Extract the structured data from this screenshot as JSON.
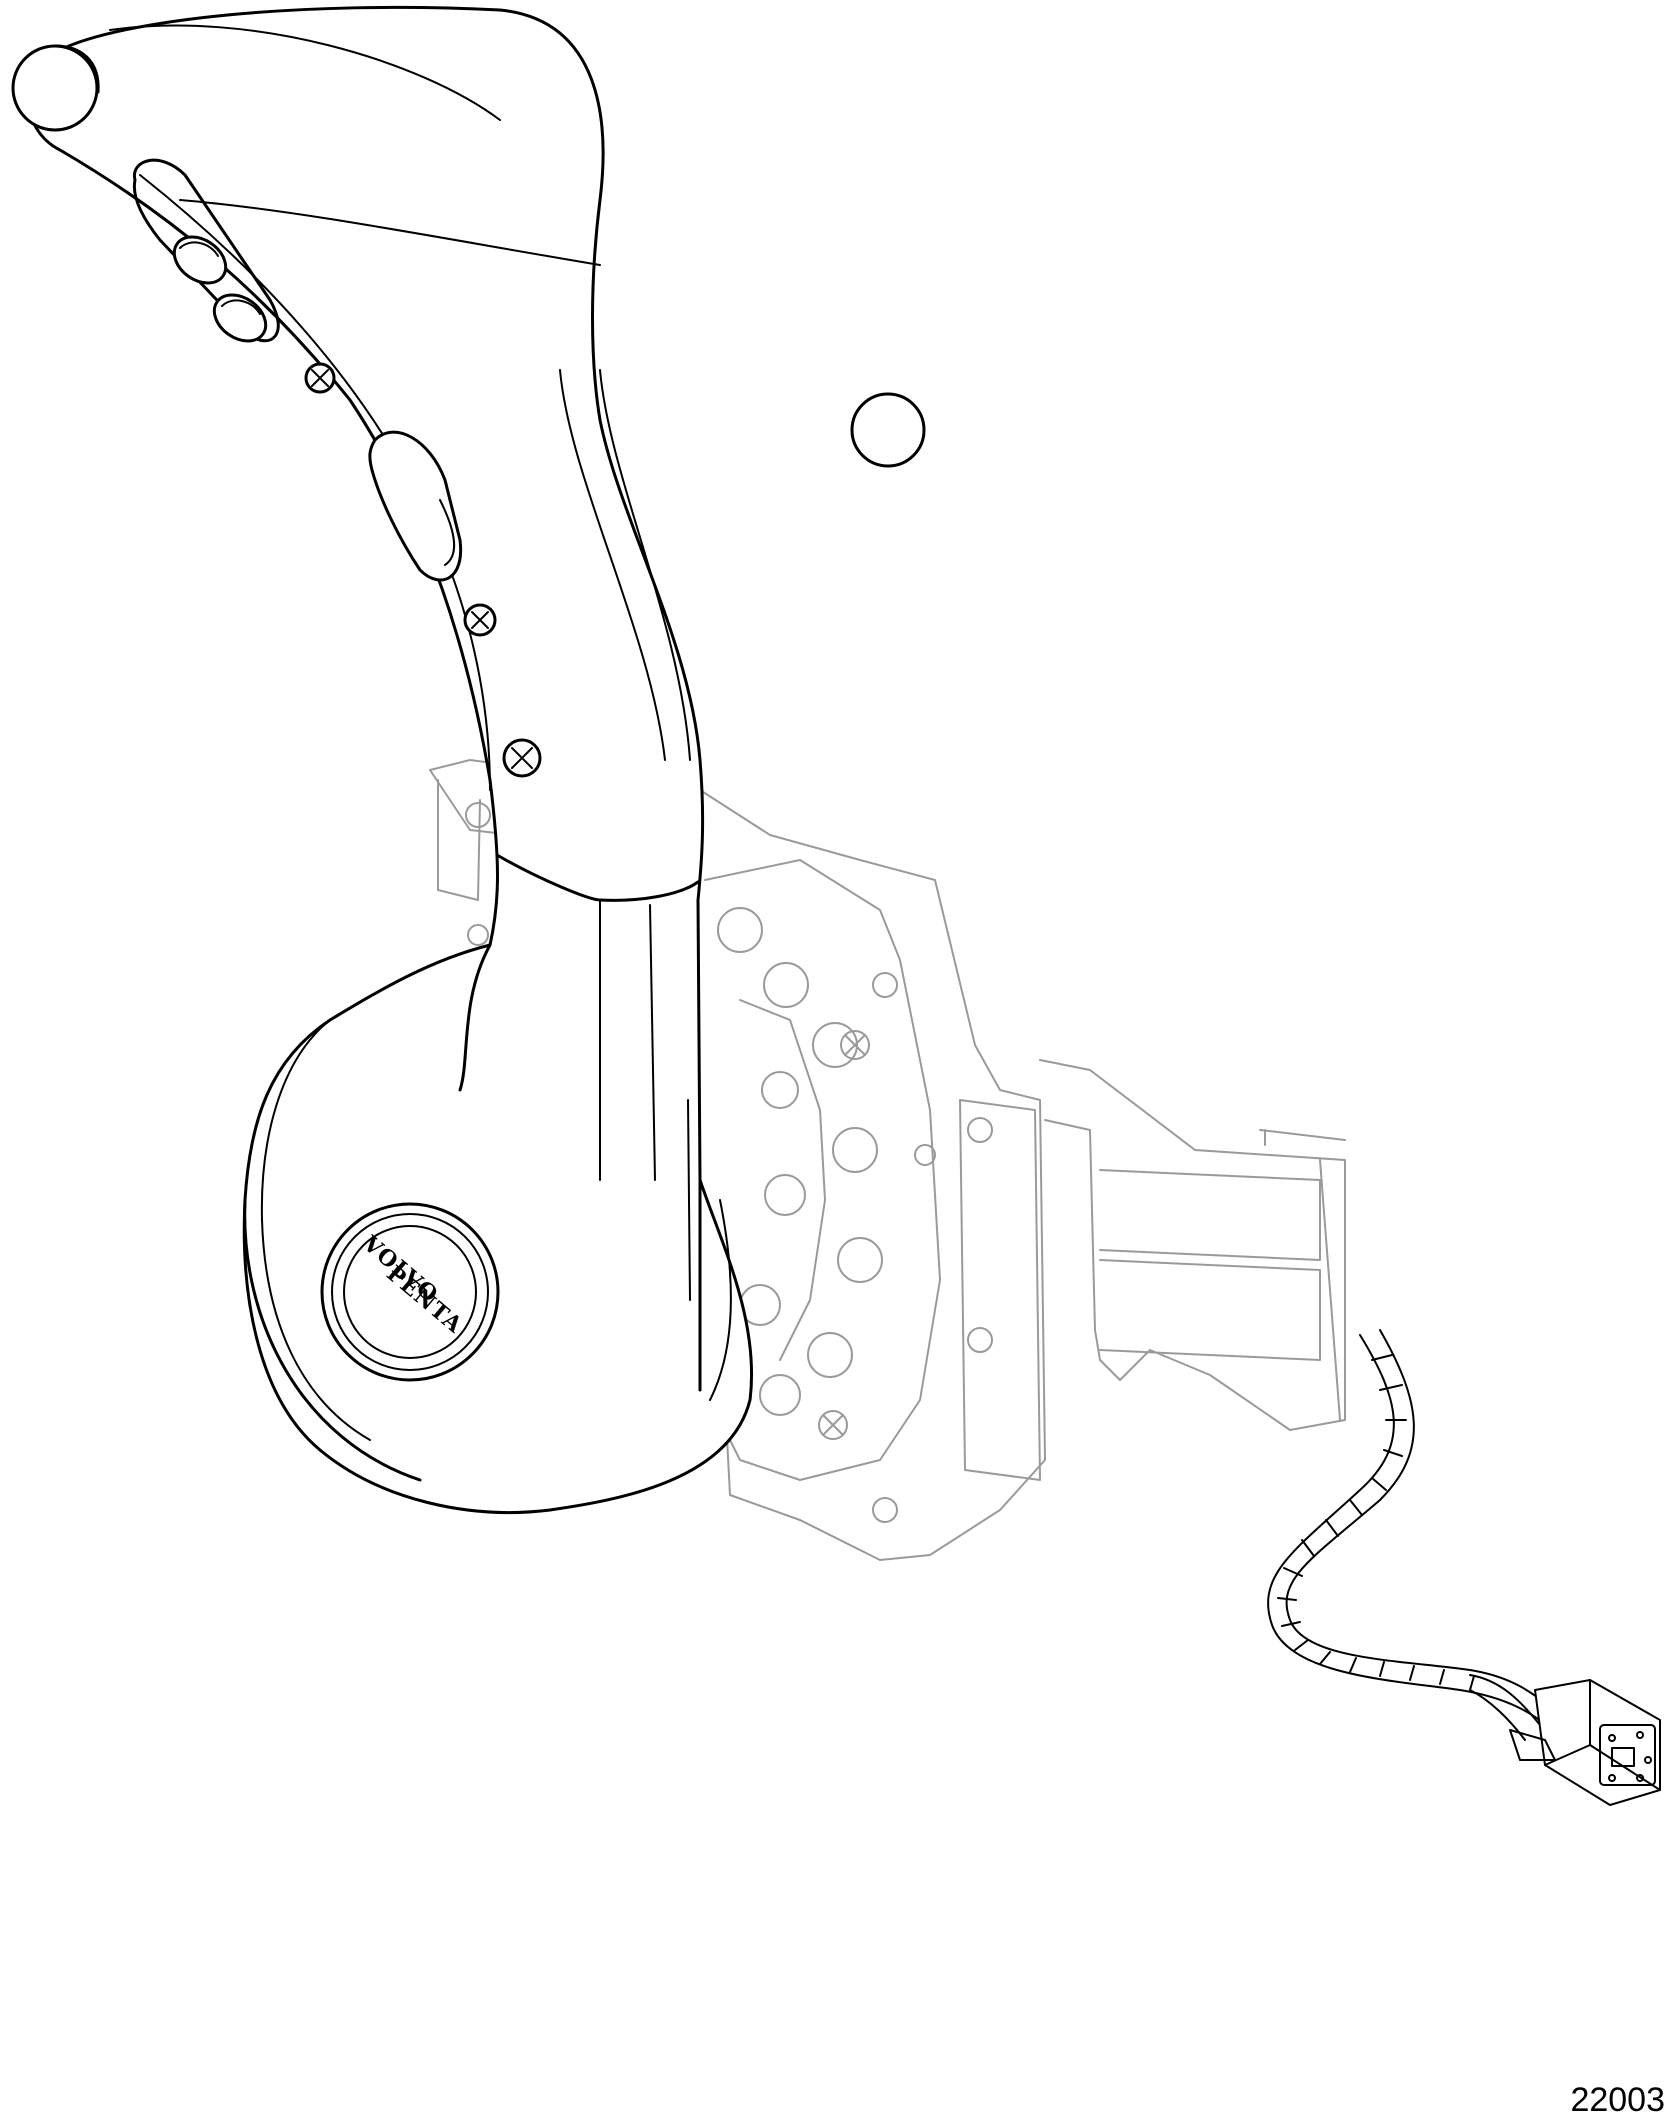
{
  "figure": {
    "logo_line1": "VOLVO",
    "logo_line2": "PENTA",
    "figure_number": "22003"
  },
  "colors": {
    "line": "#000000",
    "ghost_line": "#9a9a9a",
    "background": "#ffffff"
  }
}
